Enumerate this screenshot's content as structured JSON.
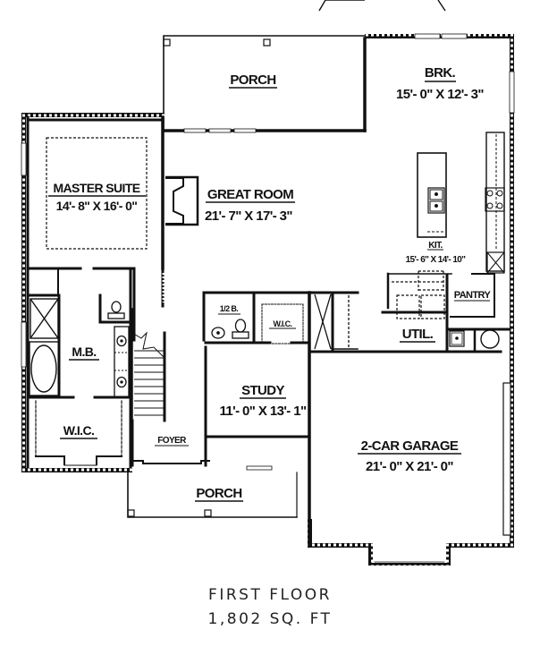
{
  "plan": {
    "rooms": [
      {
        "id": "porch-rear",
        "name": "PORCH",
        "dims": ""
      },
      {
        "id": "breakfast",
        "name": "BRK.",
        "dims": "15'- 0\" X 12'- 3\""
      },
      {
        "id": "master-suite",
        "name": "MASTER SUITE",
        "dims": "14'- 8\" X 16'- 0\""
      },
      {
        "id": "great-room",
        "name": "GREAT ROOM",
        "dims": "21'- 7\" X 17'- 3\""
      },
      {
        "id": "kitchen",
        "name": "KIT.",
        "dims": "15'- 6\" X 14'- 10\""
      },
      {
        "id": "pantry",
        "name": "PANTRY",
        "dims": ""
      },
      {
        "id": "half-bath",
        "name": "1/2 B.",
        "dims": ""
      },
      {
        "id": "wic-study",
        "name": "W.I.C.",
        "dims": ""
      },
      {
        "id": "utility",
        "name": "UTIL.",
        "dims": ""
      },
      {
        "id": "master-bath",
        "name": "M.B.",
        "dims": ""
      },
      {
        "id": "study",
        "name": "STUDY",
        "dims": "11'- 0\" X 13'- 1\""
      },
      {
        "id": "master-wic",
        "name": "W.I.C.",
        "dims": ""
      },
      {
        "id": "foyer",
        "name": "FOYER",
        "dims": ""
      },
      {
        "id": "garage",
        "name": "2-CAR GARAGE",
        "dims": "21'- 0\" X 21'- 0\""
      },
      {
        "id": "porch-front",
        "name": "PORCH",
        "dims": ""
      }
    ],
    "fixtures": [
      "fireplace-icon",
      "kitchen-island-icon",
      "double-sink-icon",
      "range-icon",
      "refrigerator-icon",
      "washer-icon",
      "dryer-icon",
      "utility-sink-icon",
      "water-heater-icon",
      "bathtub-icon",
      "shower-icon",
      "toilet-icon",
      "lavatory-icon",
      "staircase-icon"
    ]
  },
  "caption": {
    "title": "FIRST FLOOR",
    "area": "1,802 SQ. FT"
  }
}
